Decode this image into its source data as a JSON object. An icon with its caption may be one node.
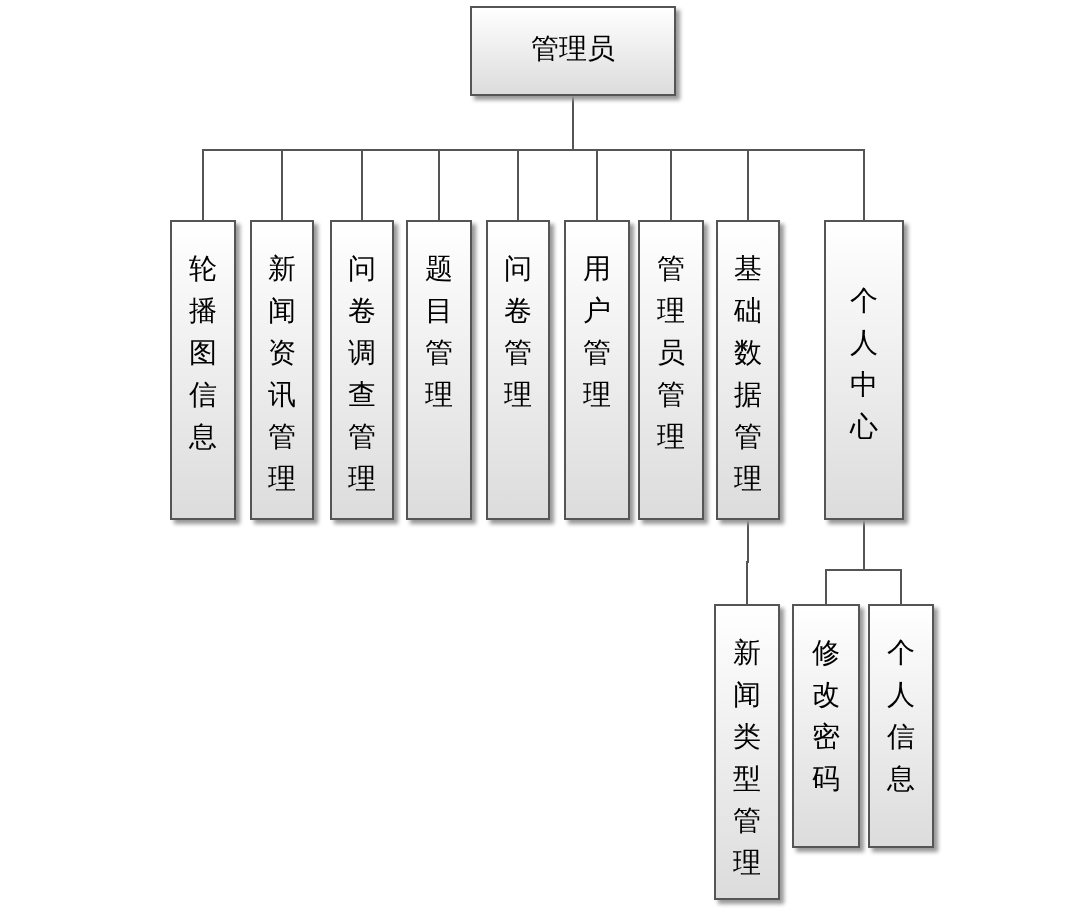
{
  "diagram": {
    "nodes": [
      {
        "text": [
          "管理员"
        ]
      },
      {
        "text": [
          "轮播图信息"
        ]
      },
      {
        "text": [
          "新闻资讯管理"
        ]
      },
      {
        "text": [
          "问卷调查管理"
        ]
      },
      {
        "text": [
          "题目管理"
        ]
      },
      {
        "text": [
          "问卷管理"
        ]
      },
      {
        "text": [
          "用户管理"
        ]
      },
      {
        "text": [
          "管理员管理"
        ]
      },
      {
        "text": [
          "基础数据管理"
        ]
      },
      {
        "text": [
          "个人中心"
        ]
      },
      {
        "text": [
          "新闻类型管理"
        ]
      },
      {
        "text": [
          "修改密码"
        ]
      },
      {
        "text": [
          "个人信息"
        ]
      }
    ],
    "edges": [
      {
        "from": 0,
        "to": 1,
        "arrow": "none"
      },
      {
        "from": 0,
        "to": 2,
        "arrow": "none"
      },
      {
        "from": 0,
        "to": 3,
        "arrow": "none"
      },
      {
        "from": 0,
        "to": 4,
        "arrow": "none"
      },
      {
        "from": 0,
        "to": 5,
        "arrow": "none"
      },
      {
        "from": 0,
        "to": 6,
        "arrow": "none"
      },
      {
        "from": 0,
        "to": 7,
        "arrow": "none"
      },
      {
        "from": 0,
        "to": 8,
        "arrow": "none"
      },
      {
        "from": 0,
        "to": 9,
        "arrow": "none"
      },
      {
        "from": 8,
        "to": 10,
        "arrow": "none"
      },
      {
        "from": 9,
        "to": 11,
        "arrow": "none"
      },
      {
        "from": 9,
        "to": 12,
        "arrow": "none"
      }
    ]
  }
}
